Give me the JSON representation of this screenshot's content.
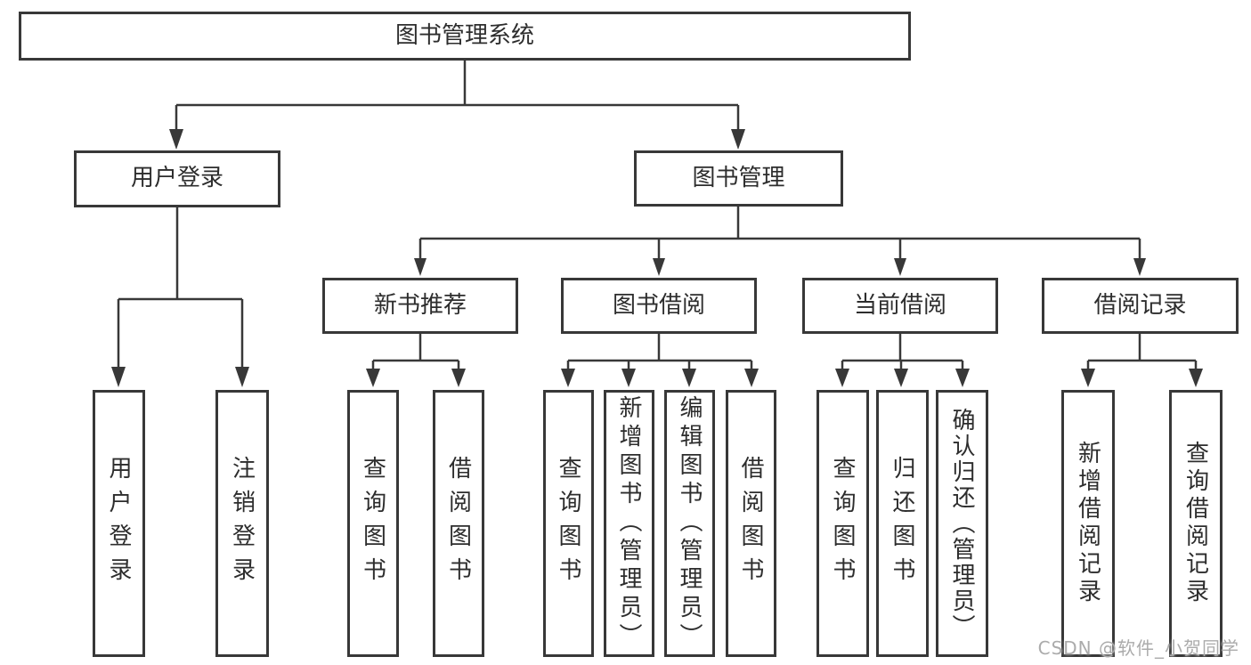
{
  "page": {
    "background_color": "#ffffff",
    "line_color": "#383838",
    "text_color": "#2d2d2d",
    "watermark": "CSDN @软件_小贺同学",
    "watermark_color": "#ababab"
  },
  "tree": {
    "root": {
      "label": "图书管理系统"
    },
    "level2": [
      {
        "label": "用户登录"
      },
      {
        "label": "图书管理"
      }
    ],
    "level3": [
      {
        "label": "新书推荐"
      },
      {
        "label": "图书借阅"
      },
      {
        "label": "当前借阅"
      },
      {
        "label": "借阅记录"
      }
    ],
    "leaves": {
      "user_login": [
        "用户登录",
        "注销登录"
      ],
      "new_book": [
        "查询图书",
        "借阅图书"
      ],
      "borrow": [
        "查询图书",
        "新增图书（管理员）",
        "编辑图书（管理员）",
        "借阅图书"
      ],
      "current": [
        "查询图书",
        "归还图书",
        "确认归还（管理员）"
      ],
      "records": [
        "新增借阅记录",
        "查询借阅记录"
      ]
    }
  }
}
